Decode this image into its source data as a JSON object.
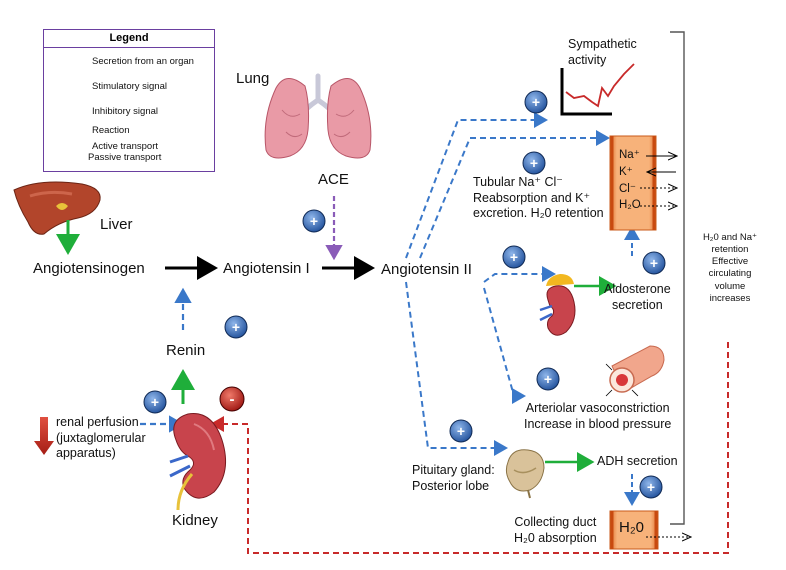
{
  "legend": {
    "title": "Legend",
    "items": [
      {
        "label": "Secretion from an organ",
        "color": "#1fae3a"
      },
      {
        "label": "Stimulatory signal",
        "color": "#3a78c9"
      },
      {
        "label": "Inhibitory signal",
        "color": "#c82a2a"
      },
      {
        "label": "Reaction",
        "color": "#000000"
      },
      {
        "label": "Active transport",
        "color": "#000000"
      },
      {
        "label": "Passive transport",
        "color": "#000000"
      }
    ],
    "plus_sign": "+",
    "minus_sign": "-"
  },
  "organs": {
    "lung": "Lung",
    "liver": "Liver",
    "kidney": "Kidney"
  },
  "pathway": {
    "angiotensinogen": "Angiotensinogen",
    "angiotensin1": "Angiotensin I",
    "angiotensin2": "Angiotensin II",
    "ace": "ACE",
    "renin": "Renin",
    "renal_perfusion": "renal perfusion\n(juxtaglomerular\napparatus)"
  },
  "effects": {
    "sympathetic": "Sympathetic\nactivity",
    "tubular": "Tubular Na⁺ Cl⁻\nReabsorption and K⁺\nexcretion. H₂0 retention",
    "aldosterone": "Aldosterone\nsecretion",
    "arteriolar": "Arteriolar vasoconstriction\nIncrease in blood pressure",
    "pituitary": "Pituitary gland:\nPosterior lobe",
    "adh": "ADH secretion",
    "collecting_duct": "Collecting duct\nH₂0 absorption",
    "ions": [
      "Na⁺",
      "K⁺",
      "Cl⁻",
      "H₂O"
    ],
    "h2o_box": "H₂0"
  },
  "summary": "H₂0 and Na⁺\nretention\nEffective\ncirculating\nvolume\nincreases",
  "colors": {
    "stimulatory": "#3a78c9",
    "inhibitory": "#c82a2a",
    "secretion": "#1fae3a",
    "ace_arrow": "#8a5cb8",
    "tubule": "#f2a35e",
    "lung": "#e99aa6",
    "liver": "#b2452b",
    "kidney": "#c8444c"
  }
}
